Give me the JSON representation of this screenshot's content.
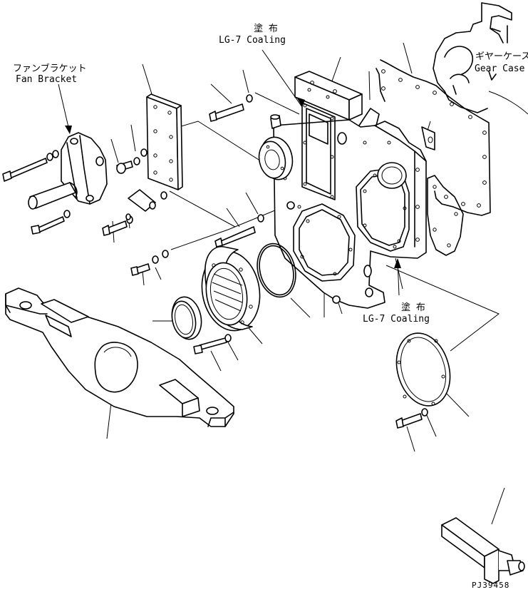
{
  "labels": {
    "coating_top_jp": "塗 布",
    "coating_top_en": "LG-7 Coaling",
    "fan_bracket_jp": "ファンブラケット",
    "fan_bracket_en": "Fan Bracket",
    "gear_case_jp": "ギヤーケース",
    "gear_case_en": "Gear Case",
    "coating_mid_jp": "塗 布",
    "coating_mid_en": "LG-7 Coaling",
    "drawing_number": "PJ39458"
  }
}
